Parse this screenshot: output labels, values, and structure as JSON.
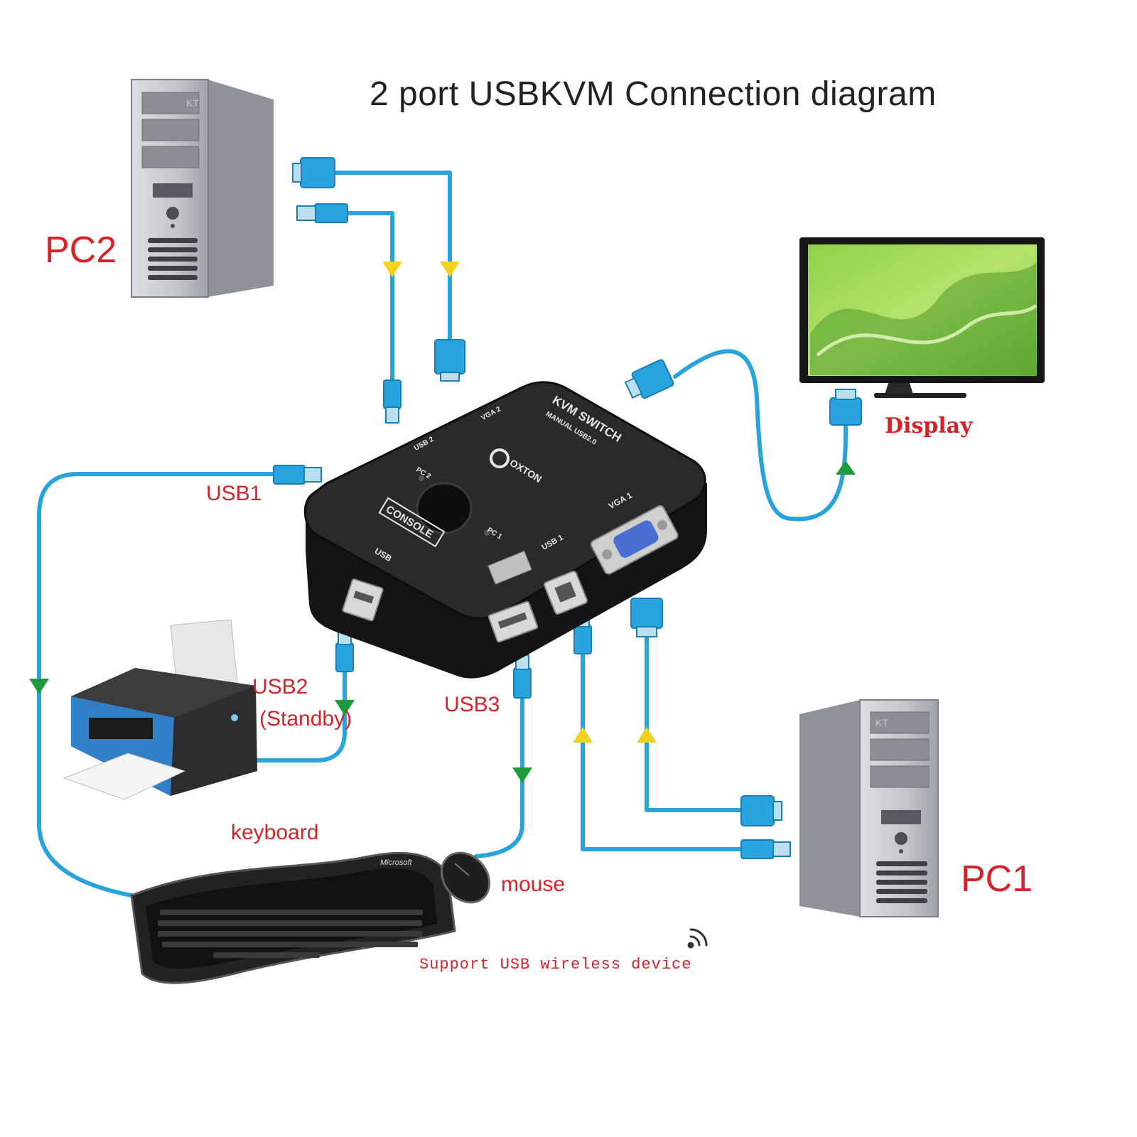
{
  "title": "2 port USBKVM Connection diagram",
  "labels": {
    "pc2": "PC2",
    "pc1": "PC1",
    "display": "Display",
    "usb1": "USB1",
    "usb2_line1": "USB2",
    "usb2_line2": "(Standby)",
    "usb3": "USB3",
    "keyboard": "keyboard",
    "mouse": "mouse",
    "support": "Support USB wireless device"
  },
  "device": {
    "name": "KVM SWITCH",
    "subtitle": "MANUAL USB2.0",
    "brand": "OXTON",
    "console": "CONSOLE",
    "usb": "USB",
    "pc1": "PC 1",
    "pc2": "PC 2",
    "usb1": "USB 1",
    "usb2": "USB 2",
    "vga1": "VGA 1",
    "vga2": "VGA 2"
  },
  "case_mark": "KT",
  "keyboard_brand": "Microsoft",
  "colors": {
    "cable": "#29a3dd",
    "arrow_green": "#1e9a3c",
    "arrow_yellow": "#f2d21e",
    "label_red": "#d6232a",
    "device_body": "#1e1e1e"
  }
}
